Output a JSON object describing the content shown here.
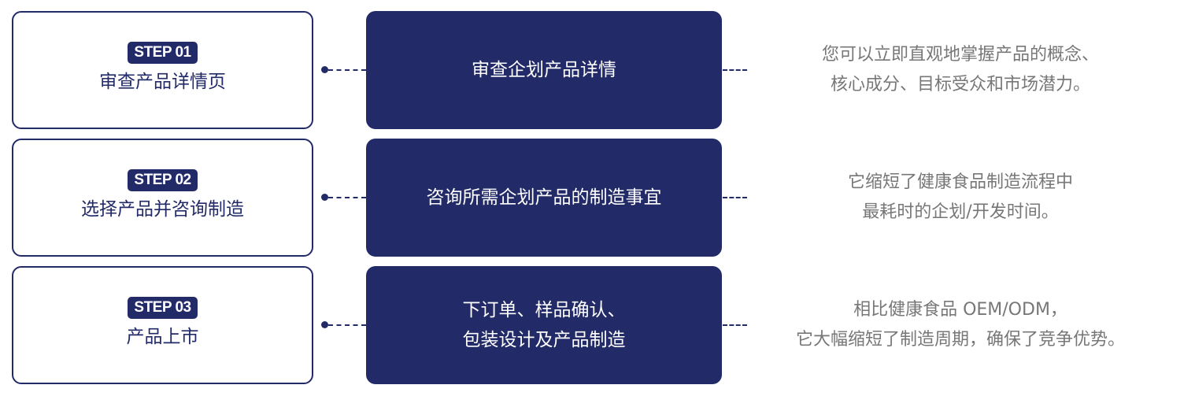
{
  "colors": {
    "navy": "#222a68",
    "desc_gray": "#777777",
    "background": "#ffffff"
  },
  "steps": [
    {
      "badge": "STEP 01",
      "title": "审查产品详情页",
      "action_lines": [
        "审查企划产品详情"
      ],
      "description_lines": [
        "您可以立即直观地掌握产品的概念、",
        "核心成分、目标受众和市场潜力。"
      ]
    },
    {
      "badge": "STEP 02",
      "title": "选择产品并咨询制造",
      "action_lines": [
        "咨询所需企划产品的制造事宜"
      ],
      "description_lines": [
        "它缩短了健康食品制造流程中",
        "最耗时的企划/开发时间。"
      ]
    },
    {
      "badge": "STEP 03",
      "title": "产品上市",
      "action_lines": [
        "下订单、样品确认、",
        "包装设计及产品制造"
      ],
      "description_lines": [
        "相比健康食品 OEM/ODM，",
        "它大幅缩短了制造周期，确保了竞争优势。"
      ]
    }
  ]
}
